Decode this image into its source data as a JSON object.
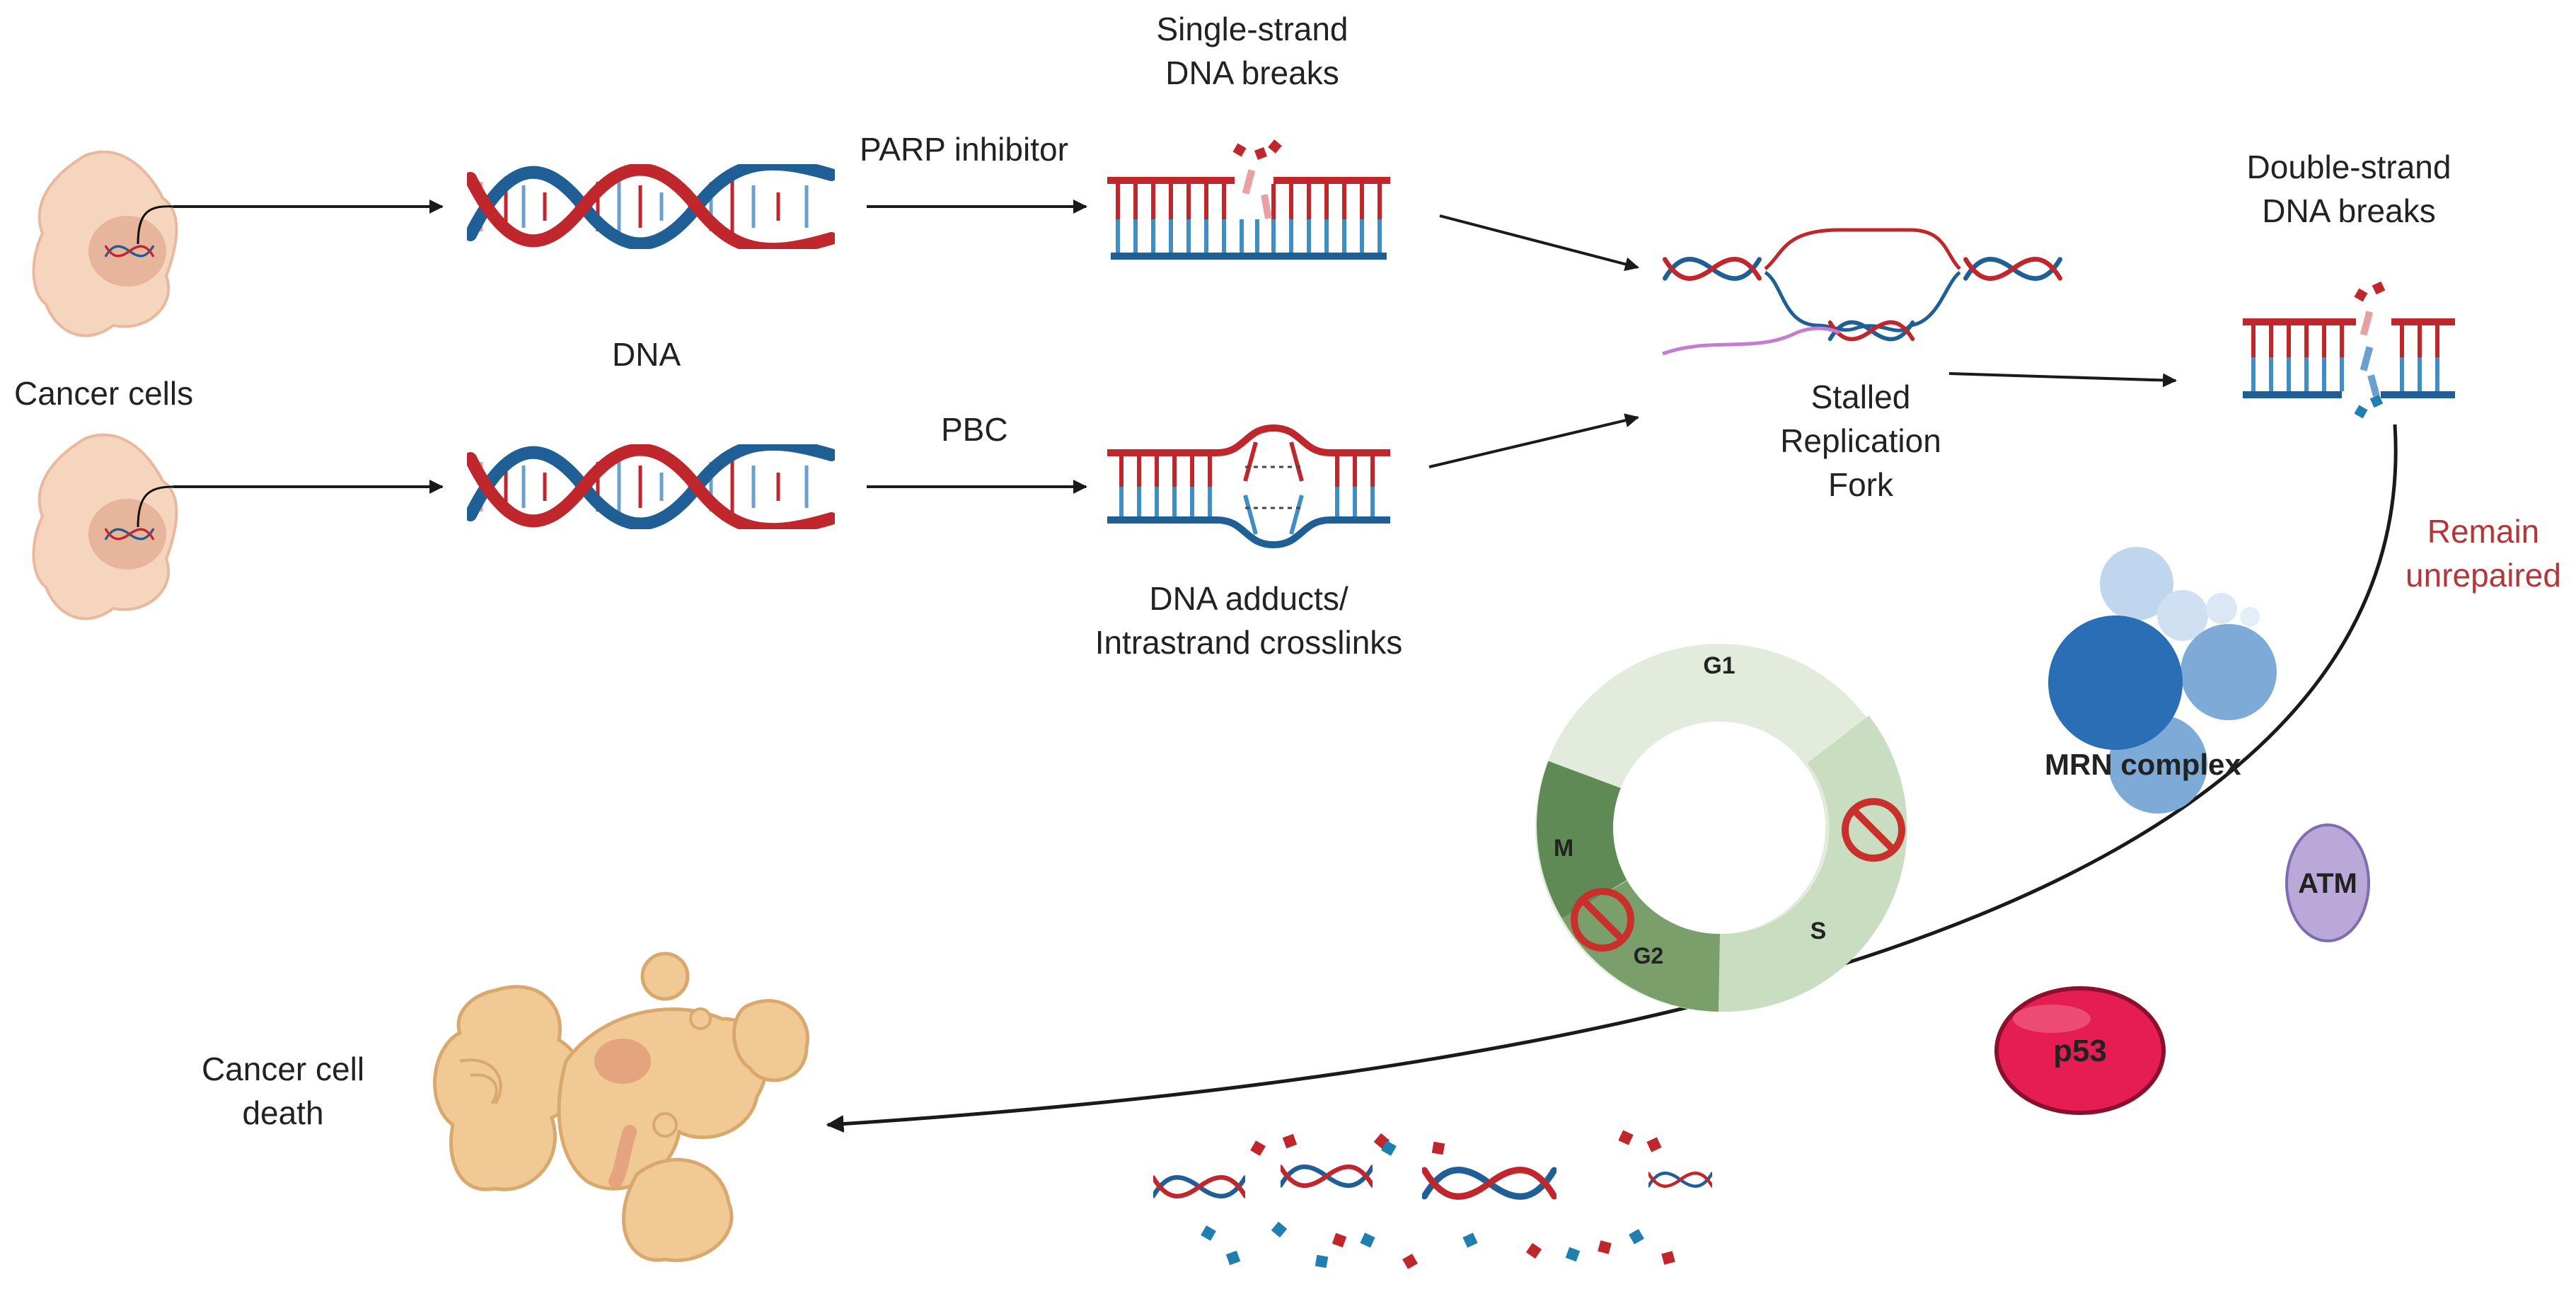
{
  "labels": {
    "cancer_cells": "Cancer cells",
    "dna": "DNA",
    "parp_inhibitor": "PARP inhibitor",
    "pbc": "PBC",
    "single_strand": [
      "Single-strand",
      "DNA breaks"
    ],
    "adducts": [
      "DNA adducts/",
      "Intrastrand crosslinks"
    ],
    "stalled": [
      "Stalled",
      "Replication",
      "Fork"
    ],
    "double_strand": [
      "Double-strand",
      "DNA breaks"
    ],
    "remain": [
      "Remain",
      "unrepaired"
    ],
    "mrn": "MRN complex",
    "atm": "ATM",
    "p53": "p53",
    "death": [
      "Cancer cell",
      "death"
    ],
    "phase_g1": "G1",
    "phase_s": "S",
    "phase_g2": "G2",
    "phase_m": "M"
  },
  "colors": {
    "dna_red": "#c0272d",
    "dna_blue": "#1f5f96",
    "cell_fill": "#f6d5bf",
    "nucleus_fill": "#e7b59b",
    "cycle_light": "#e3ecdc",
    "cycle_mid": "#c9ddc0",
    "cycle_dark": "#7b9f6b",
    "cycle_darkest": "#5f8a55",
    "mrn_dark": "#2a6eb5",
    "mrn_mid": "#7eaad8",
    "mrn_light": "#bfd6ee",
    "atm": "#b9a8d8",
    "p53": "#e51d52",
    "inhibit": "#c9302c",
    "remain_text": "#b2373a",
    "death_fill": "#f1c995"
  }
}
